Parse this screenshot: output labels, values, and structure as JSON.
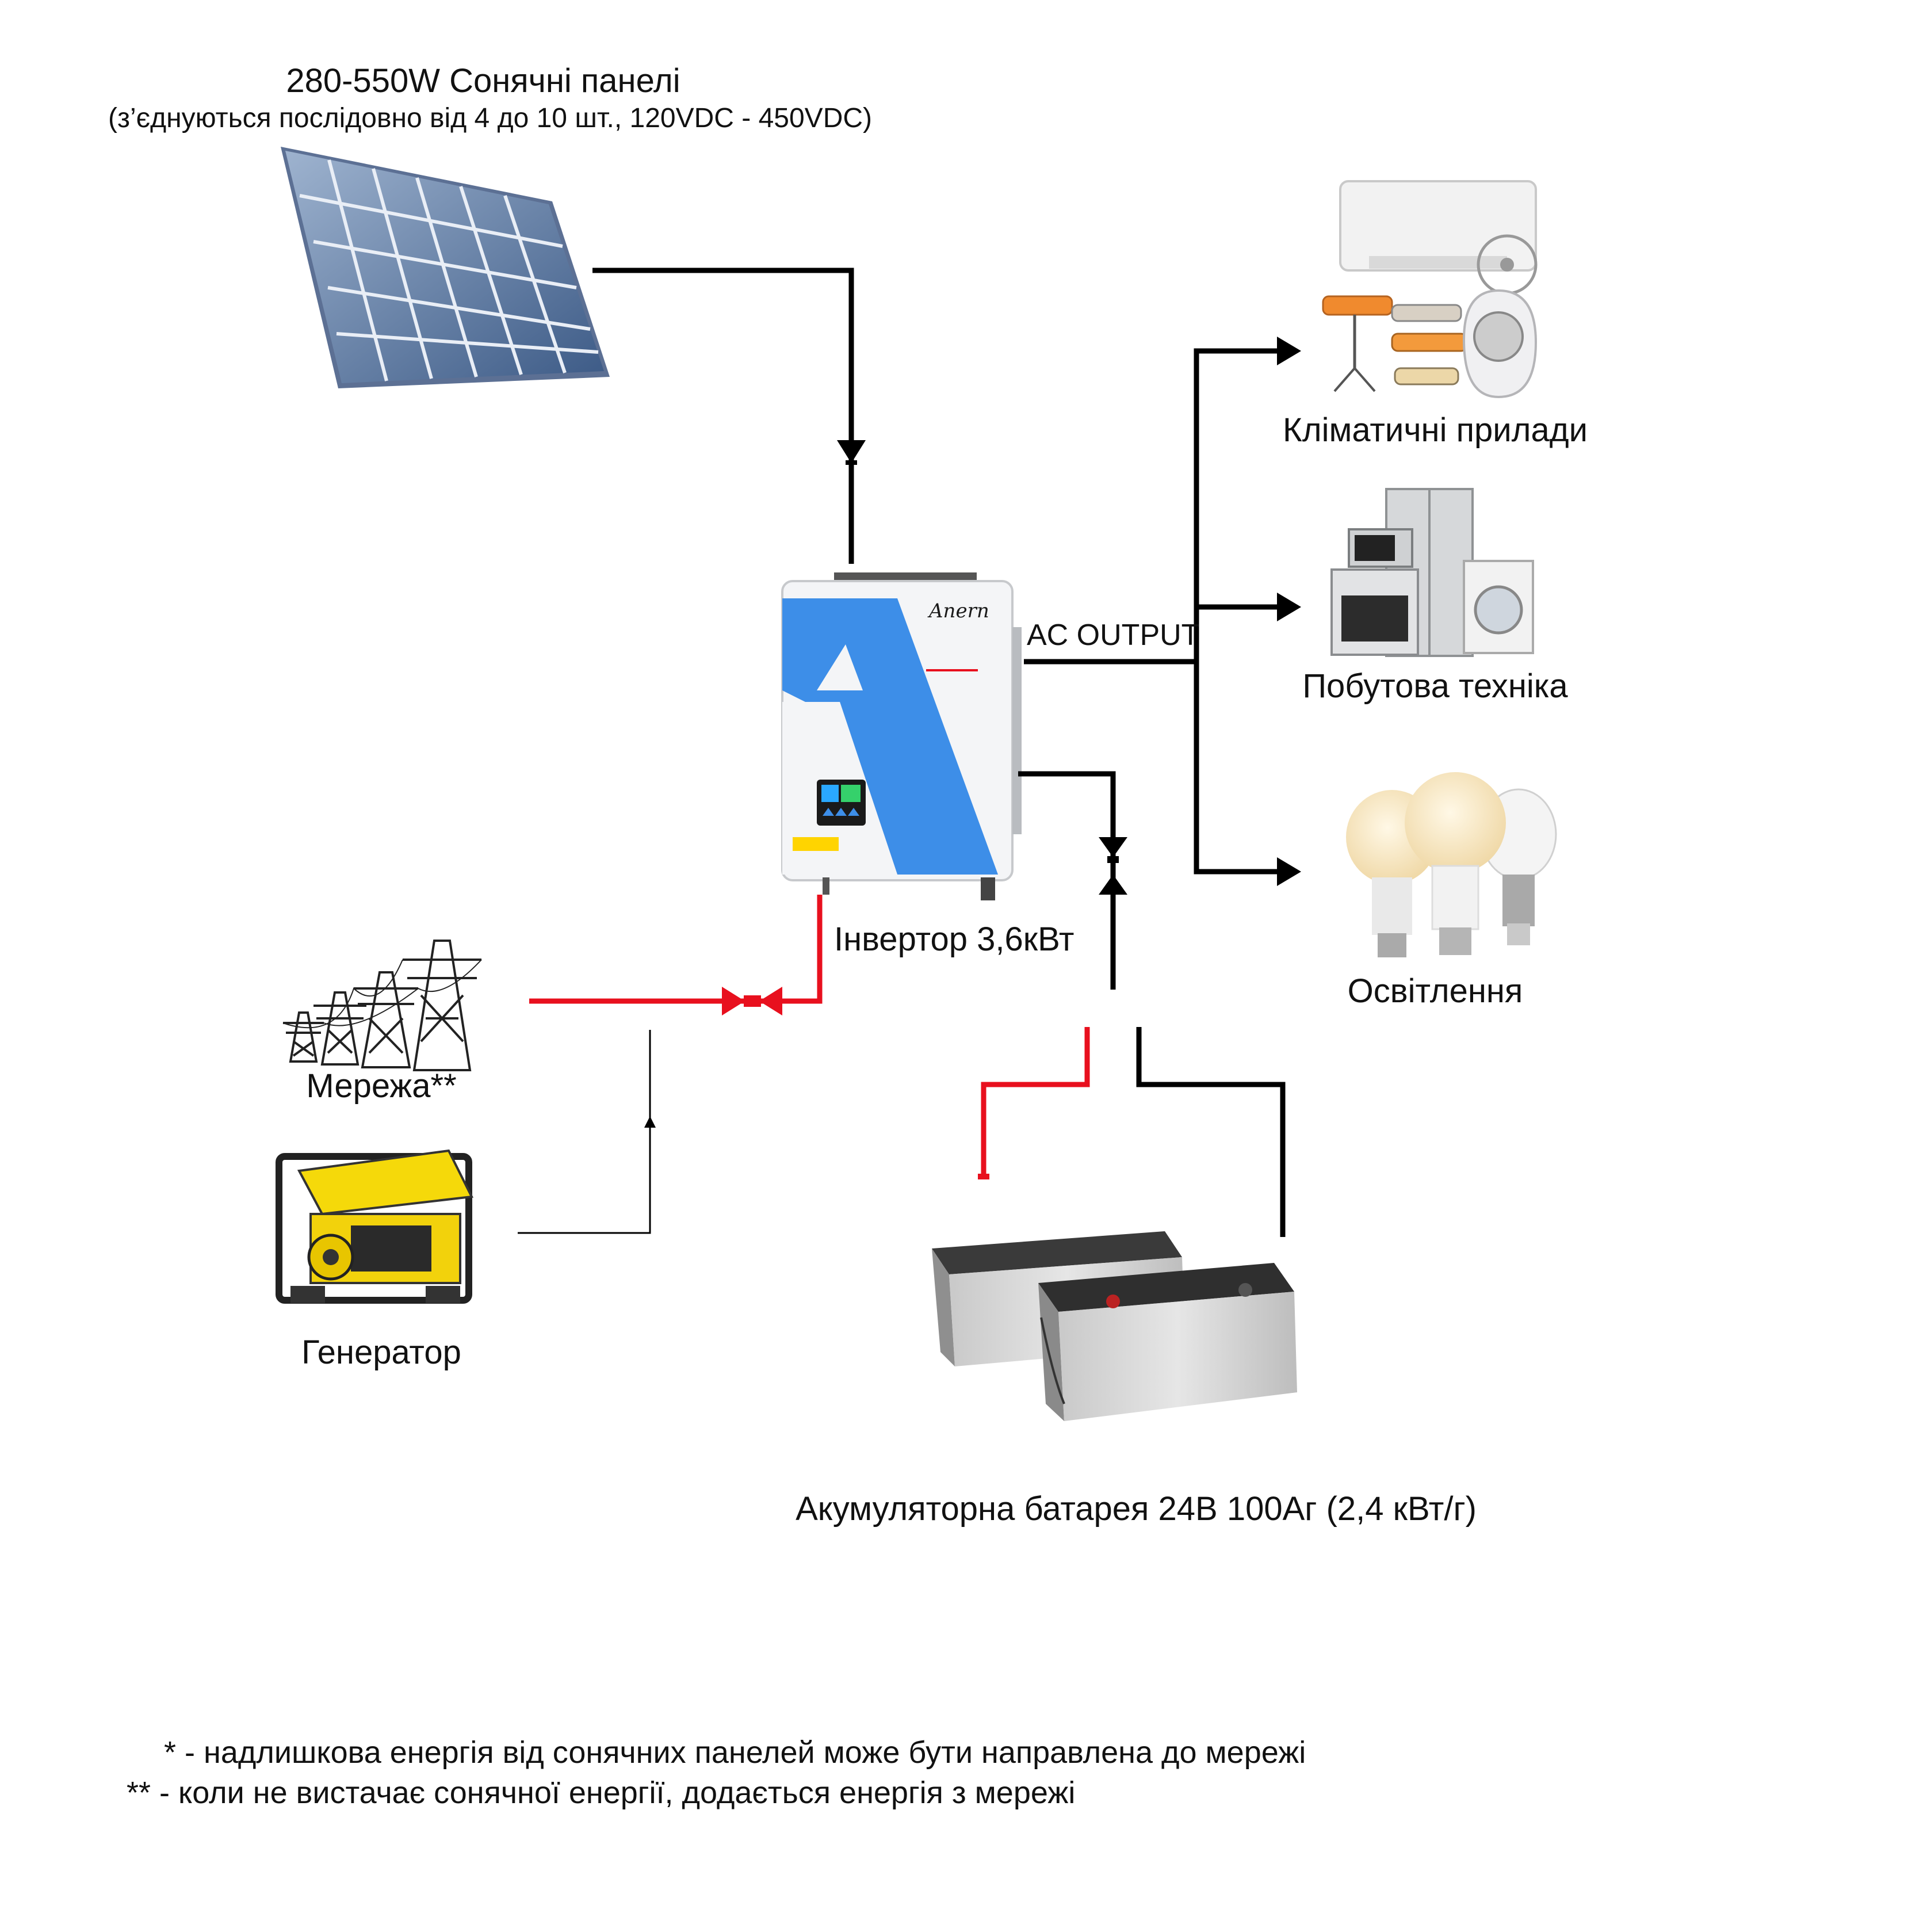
{
  "solar": {
    "title": "280-550W Сонячні панелі",
    "subtitle": "(з’єднуються послідовно від 4 до 10 шт., 120VDC - 450VDC)"
  },
  "inverter": {
    "label": "Інвертор 3,6кВт",
    "brand": "Anern",
    "output_label": "AC OUTPUT"
  },
  "loads": {
    "climate": "Кліматичні прилади",
    "appliances": "Побутова техніка",
    "lighting": "Освітлення"
  },
  "sources": {
    "grid": "Мережа**",
    "generator": "Генератор"
  },
  "battery": {
    "label": "Акумуляторна батарея 24В 100Аг (2,4 кВт/г)"
  },
  "notes": [
    "  * - надлишкова енергія від сонячних панелей може бути направлена до мережі",
    "** - коли не вистачає сонячної енергії, додається енергія з мережі"
  ],
  "colors": {
    "wire_dc": "#000000",
    "wire_ac_grid": "#e8101e",
    "battery_positive": "#e8101e",
    "inverter_accent": "#3d8ee8"
  },
  "icons": {
    "solar": "solar-panel-icon",
    "inverter": "inverter-icon",
    "climate": "air-conditioner-heater-icon",
    "appliances": "household-appliances-icon",
    "lighting": "light-bulbs-icon",
    "grid": "power-line-towers-icon",
    "generator": "generator-icon",
    "battery": "battery-icon"
  }
}
